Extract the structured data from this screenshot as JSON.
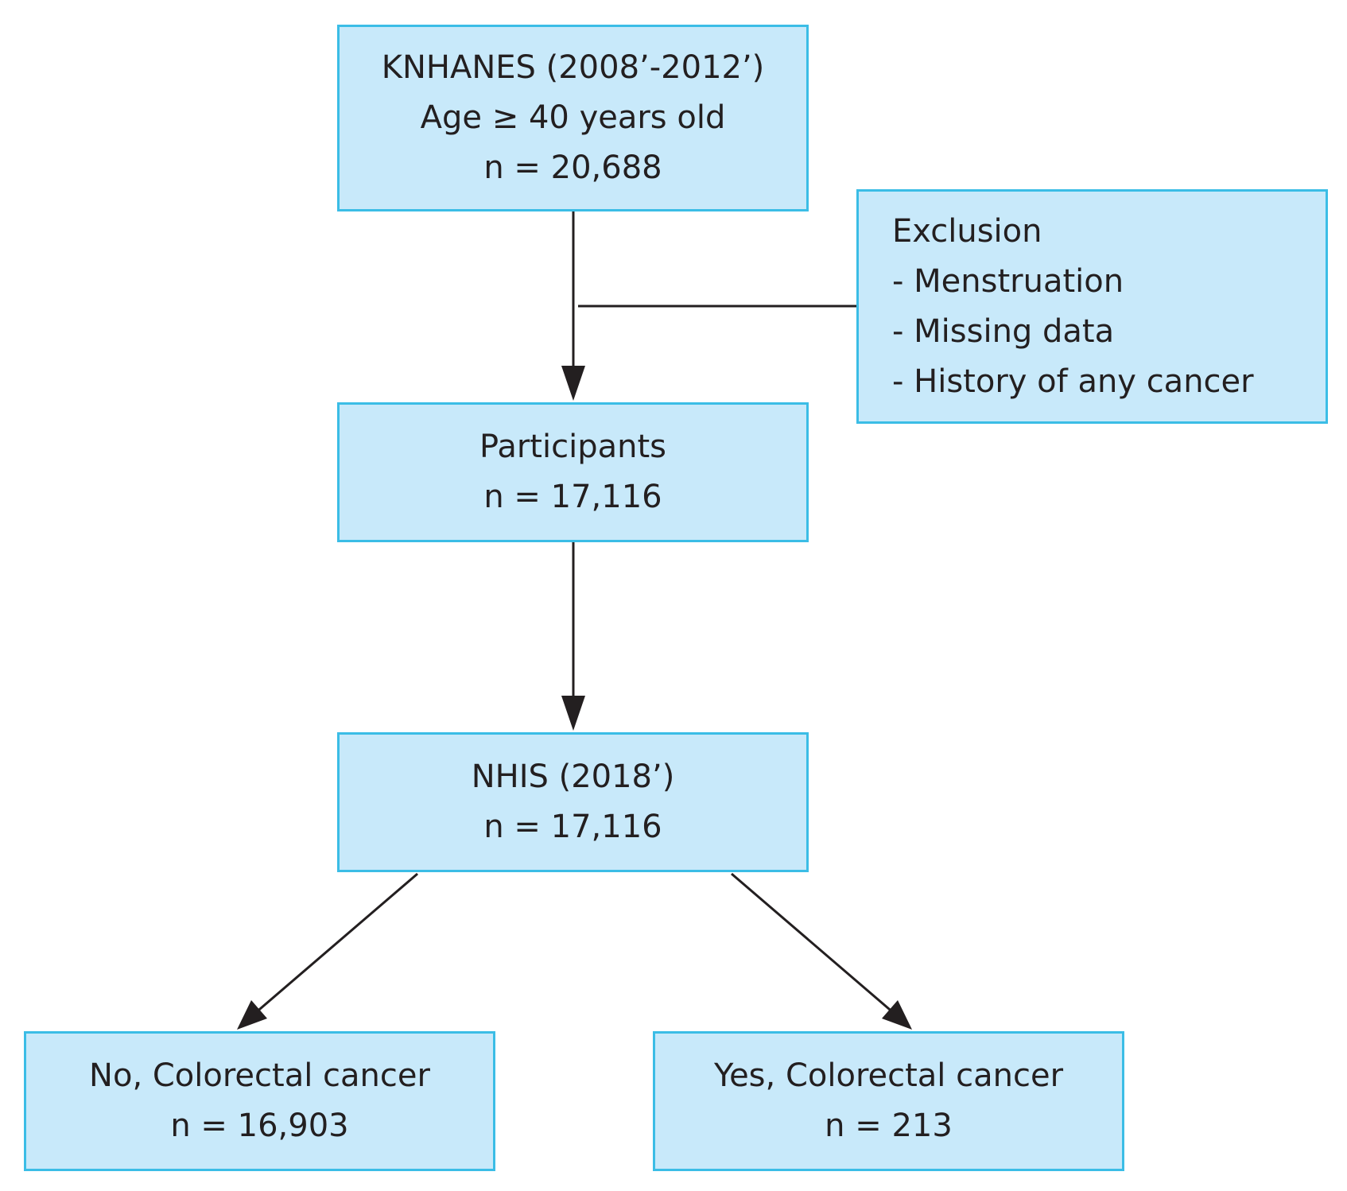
{
  "boxes": {
    "knhanes": {
      "lines": [
        "KNHANES (2008’-2012’)",
        "Age ≥ 40 years old",
        "n = 20,688"
      ]
    },
    "exclusion": {
      "lines": [
        "Exclusion",
        "- Menstruation",
        "- Missing data",
        "- History of any cancer"
      ]
    },
    "participants": {
      "lines": [
        "Participants",
        "n = 17,116"
      ]
    },
    "nhis": {
      "lines": [
        "NHIS (2018’)",
        "n = 17,116"
      ]
    },
    "no_crc": {
      "lines": [
        "No, Colorectal cancer",
        "n = 16,903"
      ]
    },
    "yes_crc": {
      "lines": [
        "Yes, Colorectal cancer",
        "n = 213"
      ]
    }
  },
  "colors": {
    "box_fill": "#c8e9fa",
    "box_border": "#3bbde6",
    "arrow": "#231f20",
    "text": "#231f20"
  }
}
